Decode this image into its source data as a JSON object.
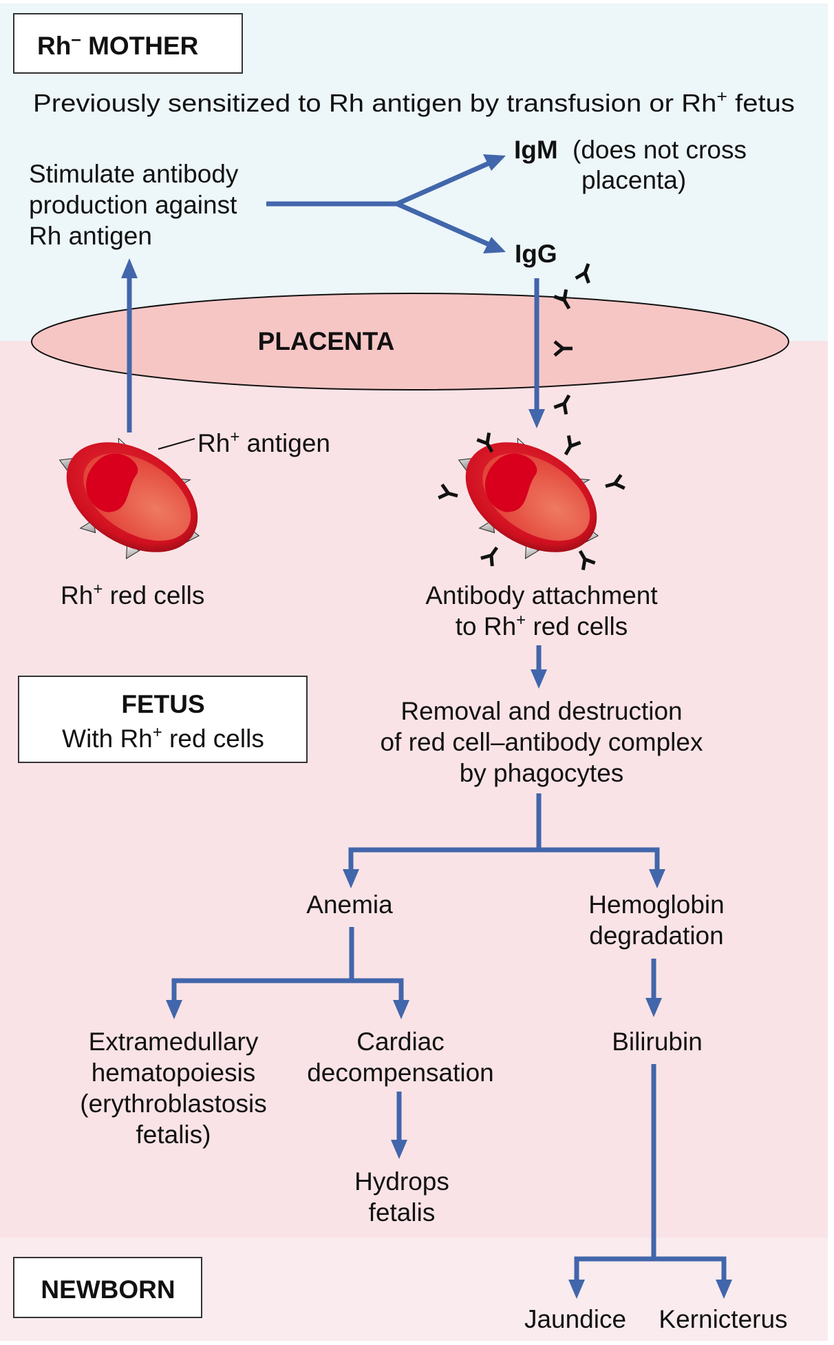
{
  "colors": {
    "mother_bg": "#edf6f9",
    "fetus_bg": "#f9e3e6",
    "newborn_bg": "#f9ebee",
    "placenta_fill": "#f6c6c5",
    "arrow": "#4266ab",
    "rbc_red": "#d7001b"
  },
  "sections": {
    "mother": {
      "label_main": "Rh",
      "label_sup": "–",
      "label_rest": " MOTHER"
    },
    "fetus": {
      "title": "FETUS",
      "subtitle_pre": "With Rh",
      "subtitle_sup": "+",
      "subtitle_post": " red cells"
    },
    "newborn": {
      "title": "NEWBORN"
    }
  },
  "sensitization_note": {
    "pre": "Previously sensitized to Rh antigen by transfusion or Rh",
    "sup": "+",
    "post": " fetus"
  },
  "stimulate": {
    "lines": [
      "Stimulate antibody",
      "production against",
      "Rh antigen"
    ]
  },
  "igm": {
    "label": "IgM",
    "note_line1": "(does not cross",
    "note_line2": "placenta)"
  },
  "igg": {
    "label": "IgG"
  },
  "placenta": {
    "label": "PLACENTA"
  },
  "rbc_left": {
    "antigen_pre": "Rh",
    "antigen_sup": "+",
    "antigen_post": " antigen",
    "caption_pre": "Rh",
    "caption_sup": "+",
    "caption_post": " red cells"
  },
  "rbc_right": {
    "caption_line1": "Antibody attachment",
    "caption_line2_pre": "to Rh",
    "caption_line2_sup": "+",
    "caption_line2_post": " red cells"
  },
  "removal": {
    "lines": [
      "Removal and destruction",
      "of red cell–antibody complex",
      "by phagocytes"
    ]
  },
  "anemia": {
    "label": "Anemia"
  },
  "hemoglobin": {
    "lines": [
      "Hemoglobin",
      "degradation"
    ]
  },
  "extramedullary": {
    "lines": [
      "Extramedullary",
      "hematopoiesis",
      "(erythroblastosis",
      "fetalis)"
    ]
  },
  "cardiac": {
    "lines": [
      "Cardiac",
      "decompensation"
    ]
  },
  "hydrops": {
    "lines": [
      "Hydrops",
      "fetalis"
    ]
  },
  "bilirubin": {
    "label": "Bilirubin"
  },
  "jaundice": {
    "label": "Jaundice"
  },
  "kernicterus": {
    "label": "Kernicterus"
  },
  "icons": {
    "antibody": "antibody-y-icon",
    "rbc": "red-blood-cell-icon",
    "antigen_spike": "antigen-spike-icon"
  }
}
